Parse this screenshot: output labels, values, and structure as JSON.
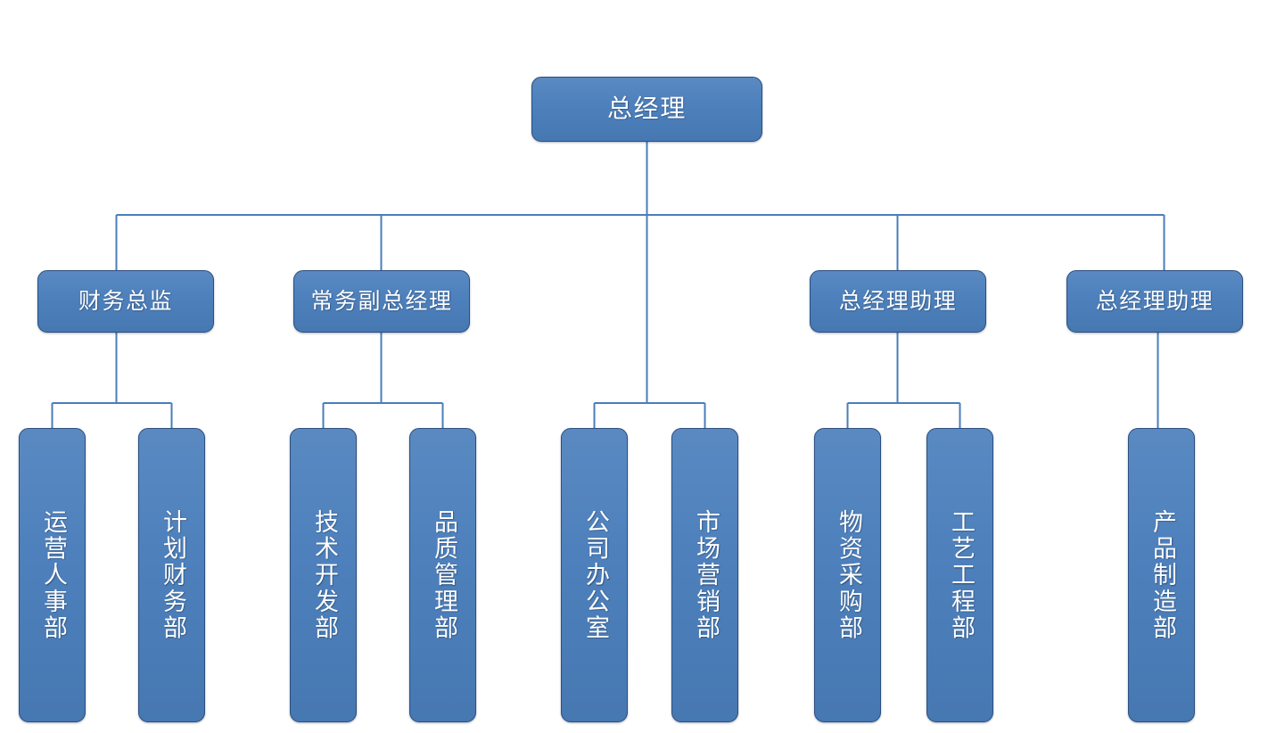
{
  "diagram": {
    "title": "总经理",
    "accent_color": "#4a7ebb",
    "border_color": "#2b4f80",
    "connector_color": "#4a7ebb",
    "text_color": "#ffffff",
    "background_color": "#ffffff"
  },
  "root": {
    "label": "总经理"
  },
  "managers": [
    {
      "label": "财务总监"
    },
    {
      "label": "常务副总经理"
    },
    {
      "label": "总经理助理"
    },
    {
      "label": "总经理助理"
    }
  ],
  "departments": [
    {
      "label": "运营人事部"
    },
    {
      "label": "计划财务部"
    },
    {
      "label": "技术开发部"
    },
    {
      "label": "品质管理部"
    },
    {
      "label": "公司办公室"
    },
    {
      "label": "市场营销部"
    },
    {
      "label": "物资采购部"
    },
    {
      "label": "工艺工程部"
    },
    {
      "label": "产品制造部"
    }
  ]
}
